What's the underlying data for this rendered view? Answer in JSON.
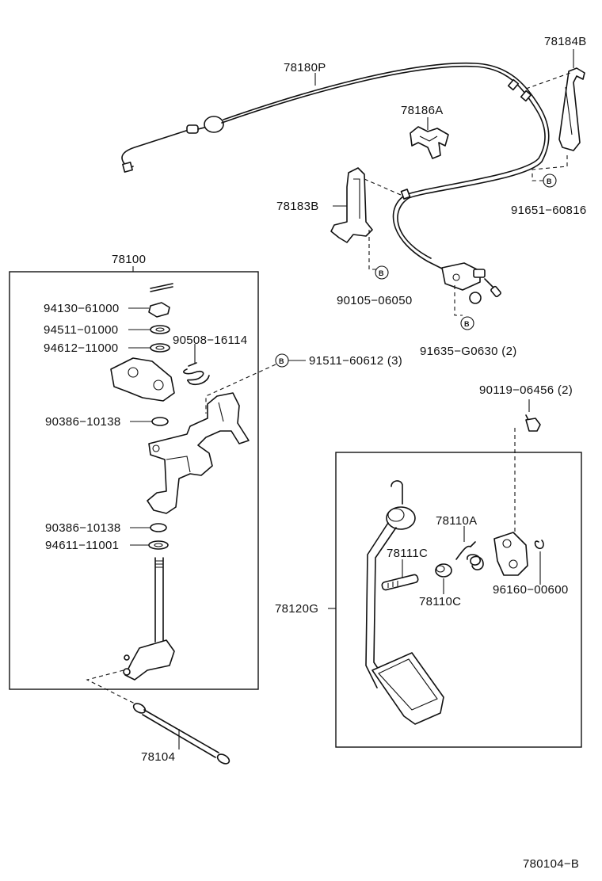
{
  "labels": {
    "p78180P": "78180P",
    "p78184B": "78184B",
    "p78186A": "78186A",
    "p78183B": "78183B",
    "p91651": "91651−60816",
    "p90105": "90105−06050",
    "p91635": "91635−G0630 (2)",
    "p78100": "78100",
    "p94130": "94130−61000",
    "p94511": "94511−01000",
    "p94612": "94612−11000",
    "p90508": "90508−16114",
    "p91511": "91511−60612 (3)",
    "p90386a": "90386−10138",
    "p90386b": "90386−10138",
    "p94611": "94611−11001",
    "p90119": "90119−06456 (2)",
    "p78110A": "78110A",
    "p78111C": "78111C",
    "p78110C": "78110C",
    "p96160": "96160−00600",
    "p78120G": "78120G",
    "p78104": "78104",
    "diagramCode": "780104−B"
  },
  "badge": "B"
}
